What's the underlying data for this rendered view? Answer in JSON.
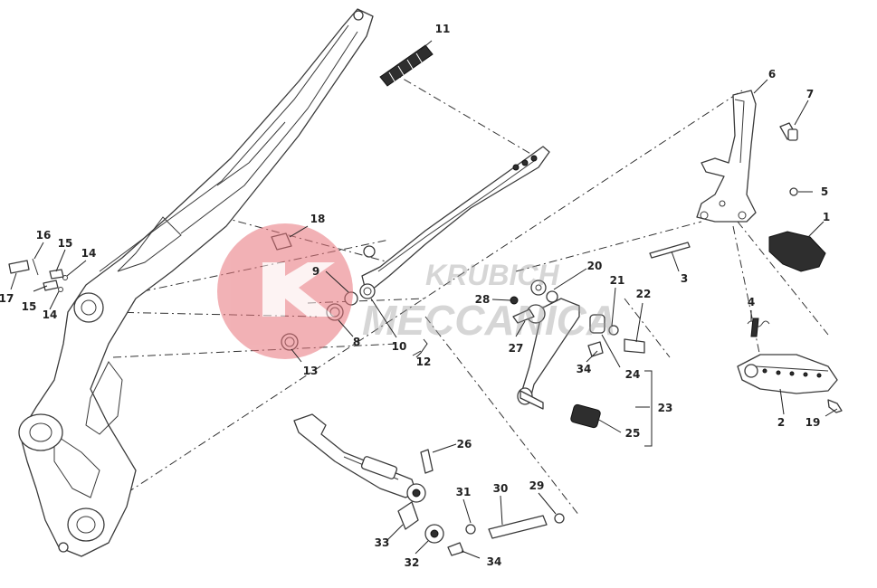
{
  "diagram": {
    "callouts": [
      "1",
      "2",
      "3",
      "4",
      "5",
      "6",
      "7",
      "8",
      "9",
      "10",
      "11",
      "12",
      "13",
      "14",
      "14",
      "15",
      "15",
      "16",
      "17",
      "18",
      "19",
      "20",
      "21",
      "22",
      "23",
      "24",
      "25",
      "26",
      "27",
      "28",
      "29",
      "30",
      "31",
      "32",
      "33",
      "34",
      "34"
    ]
  },
  "watermark": {
    "brand": "KRUBICH MECCANICA",
    "color": "#e8737a"
  }
}
